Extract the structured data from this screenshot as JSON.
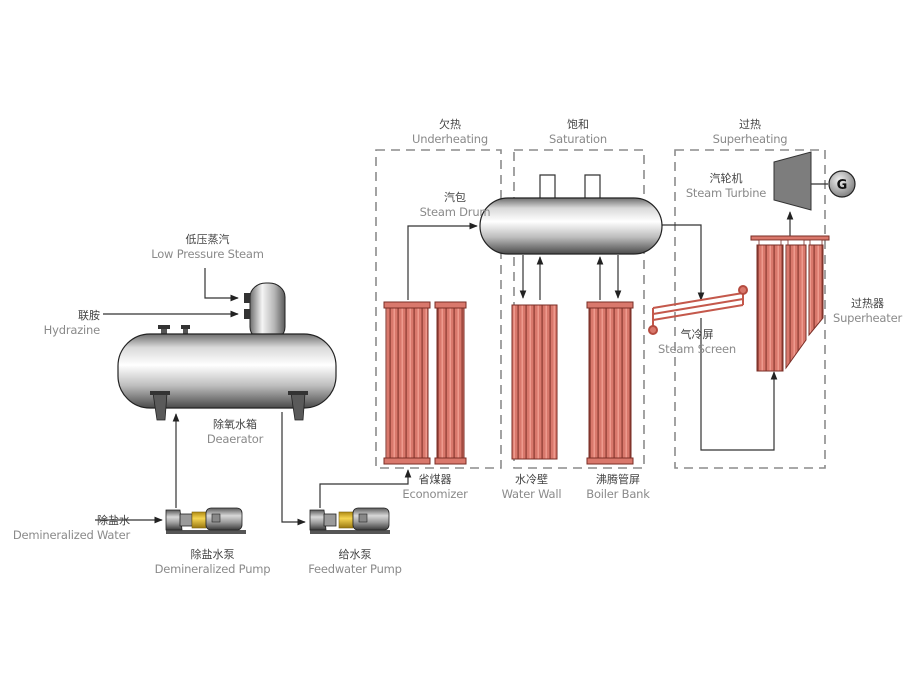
{
  "zones": [
    {
      "id": "underheating",
      "zh": "欠热",
      "en": "Underheating"
    },
    {
      "id": "saturation",
      "zh": "饱和",
      "en": "Saturation"
    },
    {
      "id": "superheating",
      "zh": "过热",
      "en": "Superheating"
    }
  ],
  "components": {
    "steam_drum": {
      "zh": "汽包",
      "en": "Steam Drum"
    },
    "steam_turbine": {
      "zh": "汽轮机",
      "en": "Steam Turbine"
    },
    "generator": {
      "symbol": "G"
    },
    "low_pressure_steam": {
      "zh": "低压蒸汽",
      "en": "Low Pressure Steam"
    },
    "hydrazine": {
      "zh": "联胺",
      "en": "Hydrazine"
    },
    "deaerator": {
      "zh": "除氧水箱",
      "en": "Deaerator"
    },
    "demineralized_water": {
      "zh": "除盐水",
      "en": "Demineralized Water"
    },
    "demineralized_pump": {
      "zh": "除盐水泵",
      "en": "Demineralized Pump"
    },
    "feedwater_pump": {
      "zh": "给水泵",
      "en": "Feedwater Pump"
    },
    "economizer": {
      "zh": "省煤器",
      "en": "Economizer"
    },
    "water_wall": {
      "zh": "水冷壁",
      "en": "Water Wall"
    },
    "boiler_bank": {
      "zh": "沸腾管屏",
      "en": "Boiler Bank"
    },
    "steam_screen": {
      "zh": "气冷屏",
      "en": "Steam Screen"
    },
    "superheater": {
      "zh": "过热器",
      "en": "Superheater"
    }
  },
  "colors": {
    "tube_fill": "#d9786c",
    "tube_stroke": "#7a2e26",
    "line": "#333333",
    "dash": "#8c8c8c",
    "coupling": "#e8c23a"
  }
}
